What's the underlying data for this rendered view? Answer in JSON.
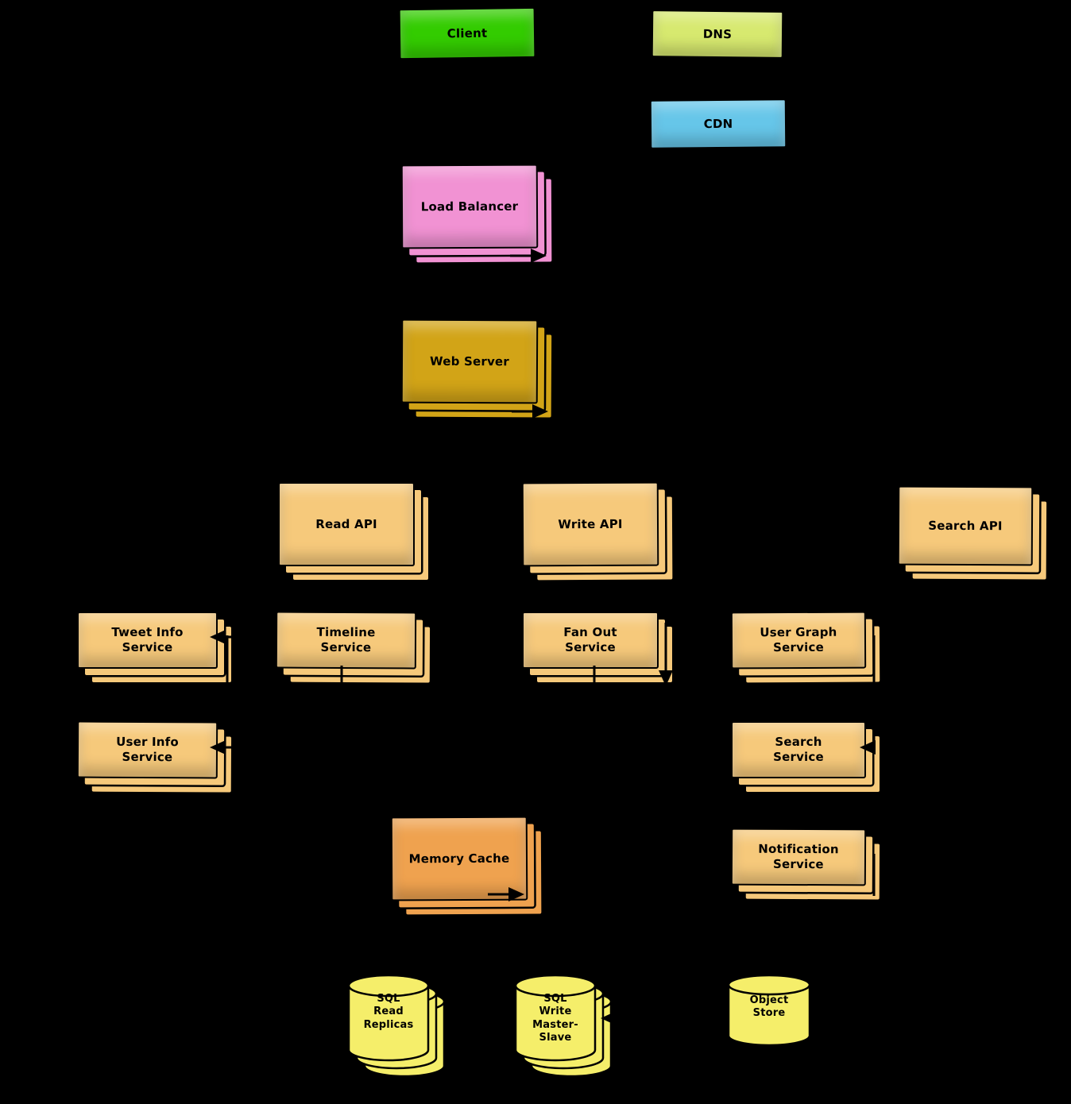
{
  "diagram": {
    "background": "#000000",
    "nodes": {
      "client": {
        "label": "Client"
      },
      "dns": {
        "label": "DNS"
      },
      "cdn": {
        "label": "CDN"
      },
      "load_balancer": {
        "label": "Load Balancer"
      },
      "web_server": {
        "label": "Web Server"
      },
      "read_api": {
        "label": "Read API"
      },
      "write_api": {
        "label": "Write API"
      },
      "search_api": {
        "label": "Search API"
      },
      "tweet_info_service": {
        "label": "Tweet Info\nService"
      },
      "timeline_service": {
        "label": "Timeline\nService"
      },
      "fan_out_service": {
        "label": "Fan Out\nService"
      },
      "user_graph_service": {
        "label": "User Graph\nService"
      },
      "user_info_service": {
        "label": "User Info\nService"
      },
      "search_service": {
        "label": "Search\nService"
      },
      "memory_cache": {
        "label": "Memory Cache"
      },
      "notification_service": {
        "label": "Notification\nService"
      },
      "sql_read_replicas": {
        "label": "SQL\nRead\nReplicas"
      },
      "sql_write_master_slave": {
        "label": "SQL\nWrite\nMaster-\nSlave"
      },
      "object_store": {
        "label": "Object\nStore"
      }
    },
    "colors": {
      "client": "#33CC00",
      "dns": "#D7E96F",
      "cdn": "#66C6E9",
      "load_balancer": "#F192D3",
      "web_server": "#D2A417",
      "api": "#F6C97B",
      "cache": "#EFA24F",
      "database": "#F5EE6A"
    }
  }
}
